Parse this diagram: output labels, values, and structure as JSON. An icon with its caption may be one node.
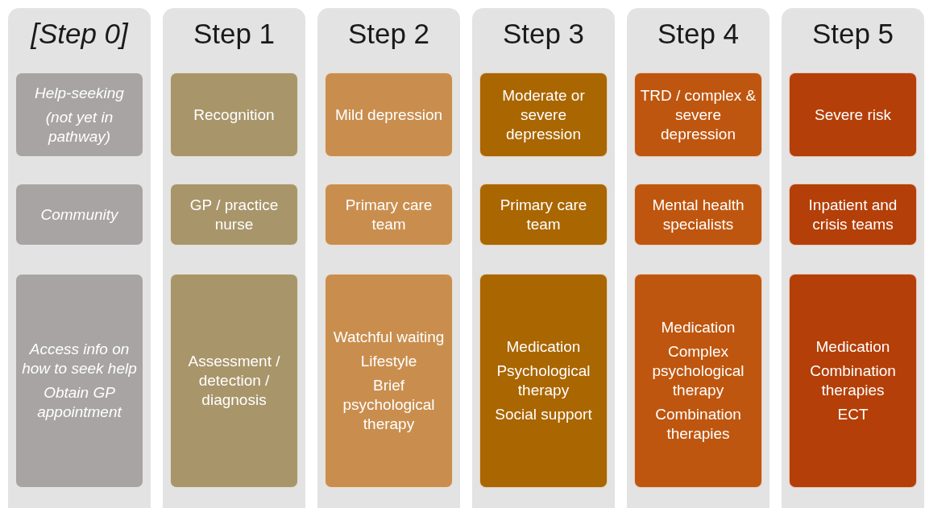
{
  "diagram": {
    "nodes": [
      {
        "text": [
          "[Step 0]"
        ]
      },
      {
        "text": [
          "Help-seeking",
          "(not yet in pathway)"
        ],
        "in": 0
      },
      {
        "text": [
          "Community"
        ],
        "in": 0
      },
      {
        "text": [
          "Access info on how to seek help",
          "Obtain GP appointment"
        ],
        "in": 0
      },
      {
        "text": [
          "Step 1"
        ]
      },
      {
        "text": [
          "Recognition"
        ],
        "in": 4
      },
      {
        "text": [
          "GP / practice nurse"
        ],
        "in": 4
      },
      {
        "text": [
          "Assessment / detection / diagnosis"
        ],
        "in": 4
      },
      {
        "text": [
          "Step 2"
        ]
      },
      {
        "text": [
          "Mild depression"
        ],
        "in": 8
      },
      {
        "text": [
          "Primary care team"
        ],
        "in": 8
      },
      {
        "text": [
          "Watchful waiting",
          "Lifestyle",
          "Brief psychological therapy"
        ],
        "in": 8
      },
      {
        "text": [
          "Step 3"
        ]
      },
      {
        "text": [
          "Moderate or severe depression"
        ],
        "in": 12
      },
      {
        "text": [
          "Primary care team"
        ],
        "in": 12
      },
      {
        "text": [
          "Medication",
          "Psychological therapy",
          "Social support"
        ],
        "in": 12
      },
      {
        "text": [
          "Step 4"
        ]
      },
      {
        "text": [
          "TRD / complex & severe depression"
        ],
        "in": 16
      },
      {
        "text": [
          "Mental health specialists"
        ],
        "in": 16
      },
      {
        "text": [
          "Medication",
          "Complex psychological therapy",
          "Combination therapies"
        ],
        "in": 16
      },
      {
        "text": [
          "Step 5"
        ]
      },
      {
        "text": [
          "Severe risk"
        ],
        "in": 20
      },
      {
        "text": [
          "Inpatient and crisis teams"
        ],
        "in": 20
      },
      {
        "text": [
          "Medication",
          "Combination therapies",
          "ECT"
        ],
        "in": 20
      }
    ]
  }
}
